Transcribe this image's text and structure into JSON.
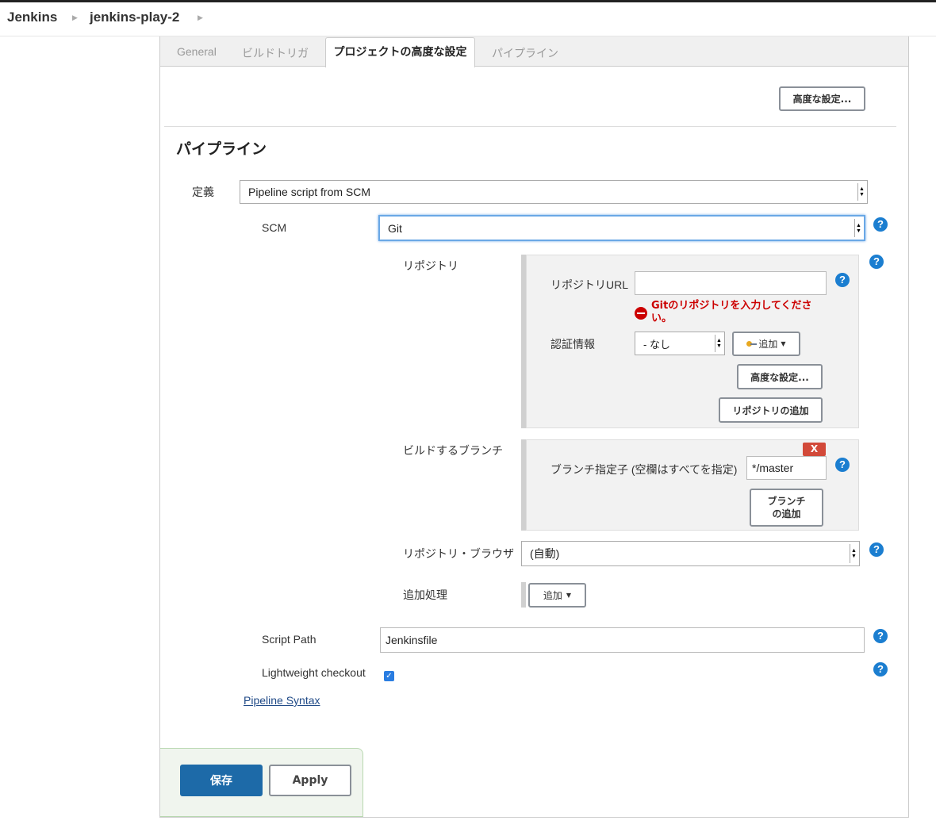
{
  "breadcrumb": {
    "root": "Jenkins",
    "project": "jenkins-play-2"
  },
  "tabs": [
    {
      "label": "General"
    },
    {
      "label": "ビルドトリガ"
    },
    {
      "label": "プロジェクトの高度な設定"
    },
    {
      "label": "パイプライン"
    }
  ],
  "advanced_button": "高度な設定...",
  "section_title": "パイプライン",
  "definition": {
    "label": "定義",
    "value": "Pipeline script from SCM"
  },
  "scm": {
    "label": "SCM",
    "value": "Git"
  },
  "repository": {
    "label": "リポジトリ",
    "url_label": "リポジトリURL",
    "url_value": "",
    "error": "Gitのリポジトリを入力してください。",
    "credentials_label": "認証情報",
    "credentials_value": "- なし",
    "add_label": "追加",
    "advanced_button": "高度な設定...",
    "add_repo_button": "リポジトリの追加"
  },
  "branches": {
    "label": "ビルドするブランチ",
    "delete_label": "X",
    "specifier_label": "ブランチ指定子 (空欄はすべてを指定)",
    "specifier_value": "*/master",
    "add_branch_line1": "ブランチ",
    "add_branch_line2": "の追加"
  },
  "repo_browser": {
    "label": "リポジトリ・ブラウザ",
    "value": "(自動)"
  },
  "additional": {
    "label": "追加処理",
    "button": "追加"
  },
  "script_path": {
    "label": "Script Path",
    "value": "Jenkinsfile"
  },
  "lightweight": {
    "label": "Lightweight checkout",
    "checked": true
  },
  "pipeline_syntax_link": "Pipeline Syntax",
  "footer": {
    "save": "保存",
    "apply": "Apply"
  },
  "colors": {
    "accent": "#1b7ed0",
    "save_bg": "#1d6aa8",
    "error": "#cc0000",
    "delete": "#d24939"
  }
}
